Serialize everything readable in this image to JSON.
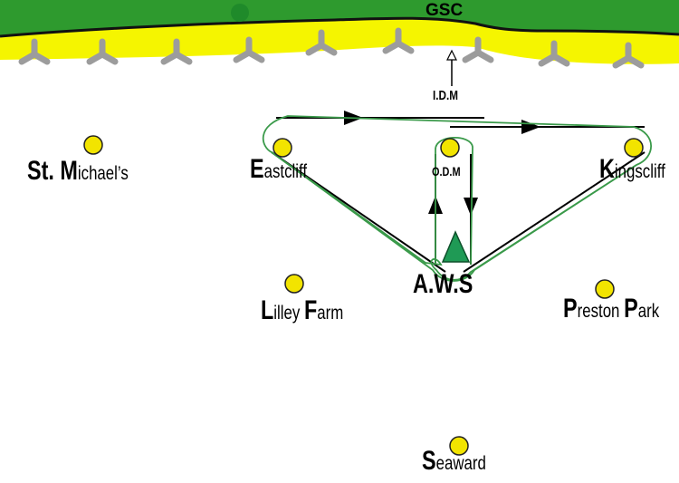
{
  "coast": {
    "label": "GSC"
  },
  "arrow_labels": {
    "idm": "I.D.M",
    "odm": "O.D.M"
  },
  "hub": {
    "label": "A.W.S",
    "marker": "green-triangle"
  },
  "places": [
    {
      "initial": "St. M",
      "rest": "ichael’s"
    },
    {
      "initial": "E",
      "rest": "astcliff"
    },
    {
      "initial": "K",
      "rest": "ingscliff"
    },
    {
      "initial": "L",
      "rest": "illey ",
      "initial2": "F",
      "rest2": "arm"
    },
    {
      "initial": "P",
      "rest": "reston ",
      "initial2": "P",
      "rest2": "ark"
    },
    {
      "initial": "S",
      "rest": "eaward"
    }
  ],
  "colors": {
    "grass": "#2e9a2e",
    "sand": "#f5f500",
    "village": "#f2e400",
    "loop": "#3a9a4a",
    "hub_marker": "#1f9a55",
    "buoy": "#9c9c9c"
  },
  "icons": {
    "village": "yellow-circle",
    "buoy": "three-arm-groyne"
  }
}
